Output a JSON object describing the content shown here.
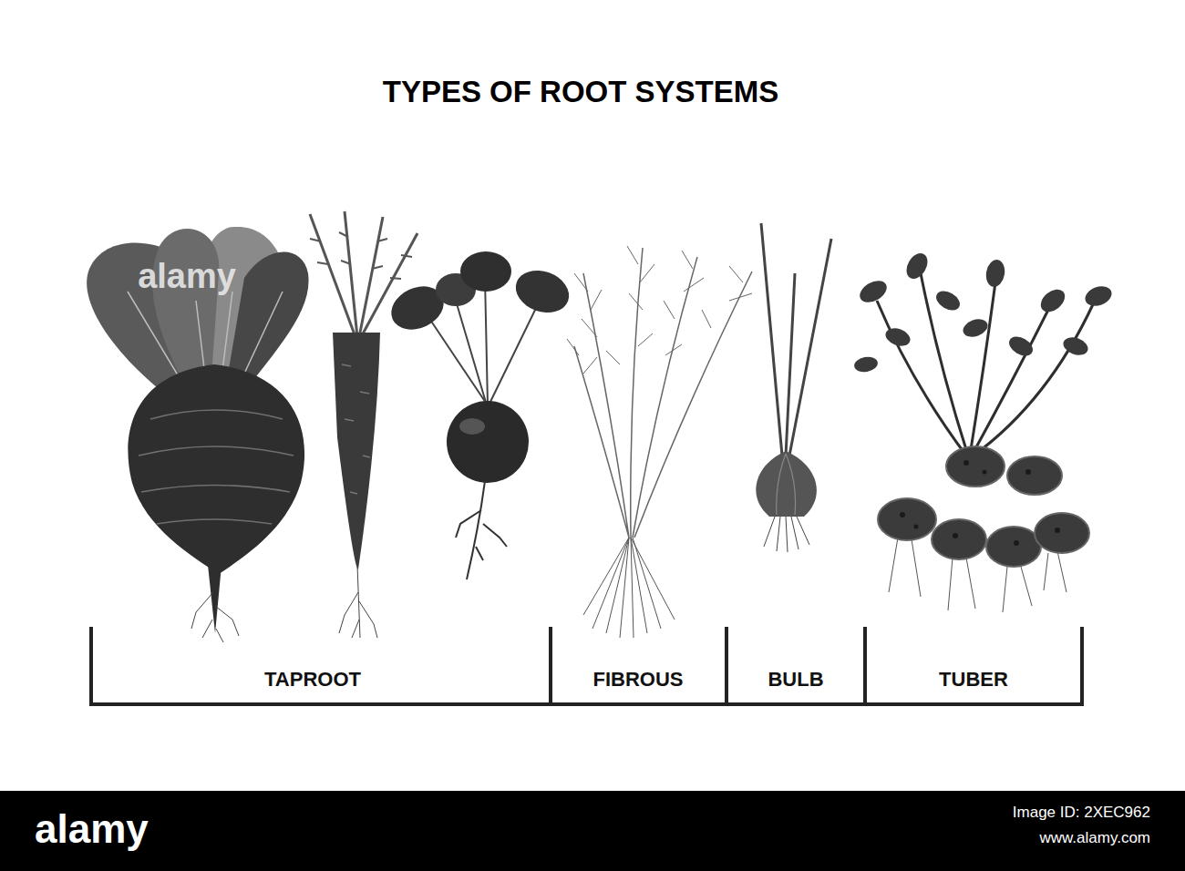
{
  "diagram": {
    "title": "TYPES OF ROOT SYSTEMS",
    "labels": [
      "alamy",
      "TAPROOT",
      "FIBROUS",
      "BULB",
      "TUBER",
      "alamy",
      "Image ID: 2XEC962",
      "www.alamy.com"
    ]
  }
}
